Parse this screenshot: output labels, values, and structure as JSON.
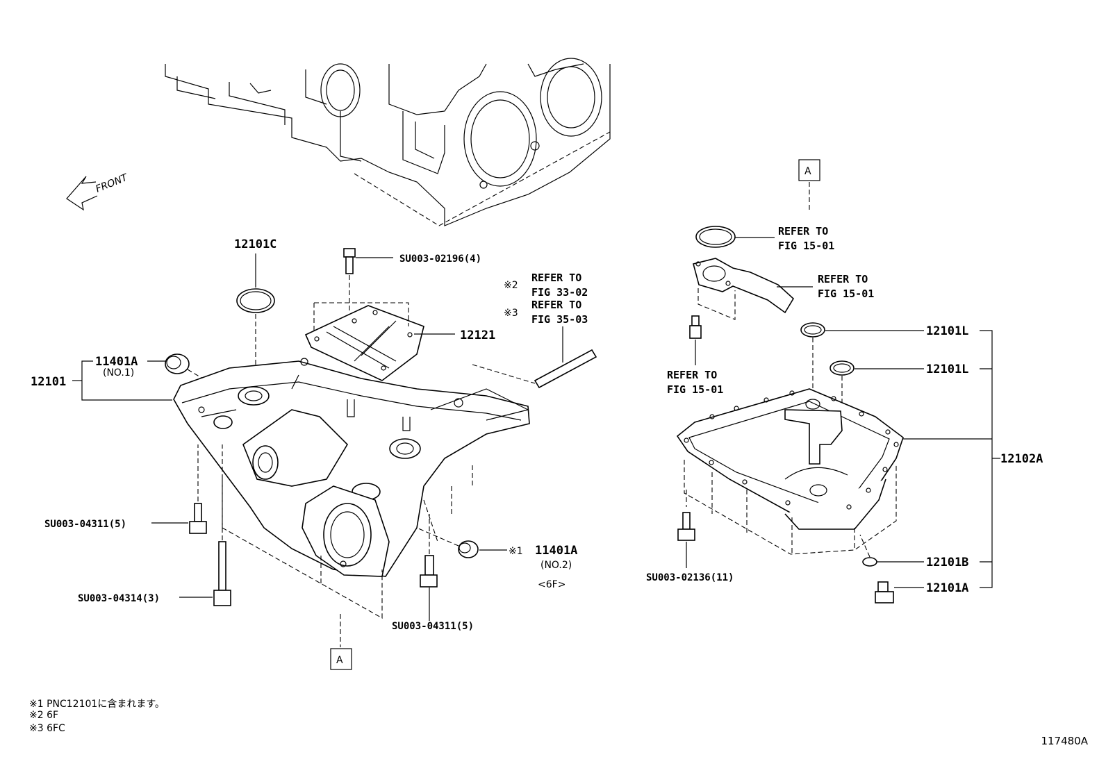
{
  "front_label": "FRONT",
  "box_ref": "A",
  "parts": {
    "p12101C": "12101C",
    "p12121": "12121",
    "p11401A_1": "11401A",
    "p11401A_1_sub": "(NO.1)",
    "p12101": "12101",
    "p11401A_2": "11401A",
    "p11401A_2_sub": "(NO.2)",
    "p11401A_2_note": "<6F>",
    "mark1": "※1",
    "p12101L_1": "12101L",
    "p12101L_2": "12101L",
    "p12102A": "12102A",
    "p12101B": "12101B",
    "p12101A": "12101A"
  },
  "bolts": {
    "b02196": "SU003-02196(4)",
    "b04311_left": "SU003-04311(5)",
    "b04314": "SU003-04314(3)",
    "b04311_bottom": "SU003-04311(5)",
    "b02136": "SU003-02136(11)"
  },
  "refs": {
    "r33_mark": "※2",
    "r33_line1": "REFER TO",
    "r33_line2": "FIG 33-02",
    "r35_mark": "※3",
    "r35_line1": "REFER TO",
    "r35_line2": "FIG 35-03",
    "r15a_line1": "REFER TO",
    "r15a_line2": "FIG 15-01",
    "r15b_line1": "REFER TO",
    "r15b_line2": "FIG 15-01",
    "r15c_line1": "REFER TO",
    "r15c_line2": "FIG 15-01"
  },
  "notes": [
    "※1 PNC12101に含まれます。",
    "※2 6F",
    "※3 6FC"
  ],
  "figure_id": "117480A"
}
